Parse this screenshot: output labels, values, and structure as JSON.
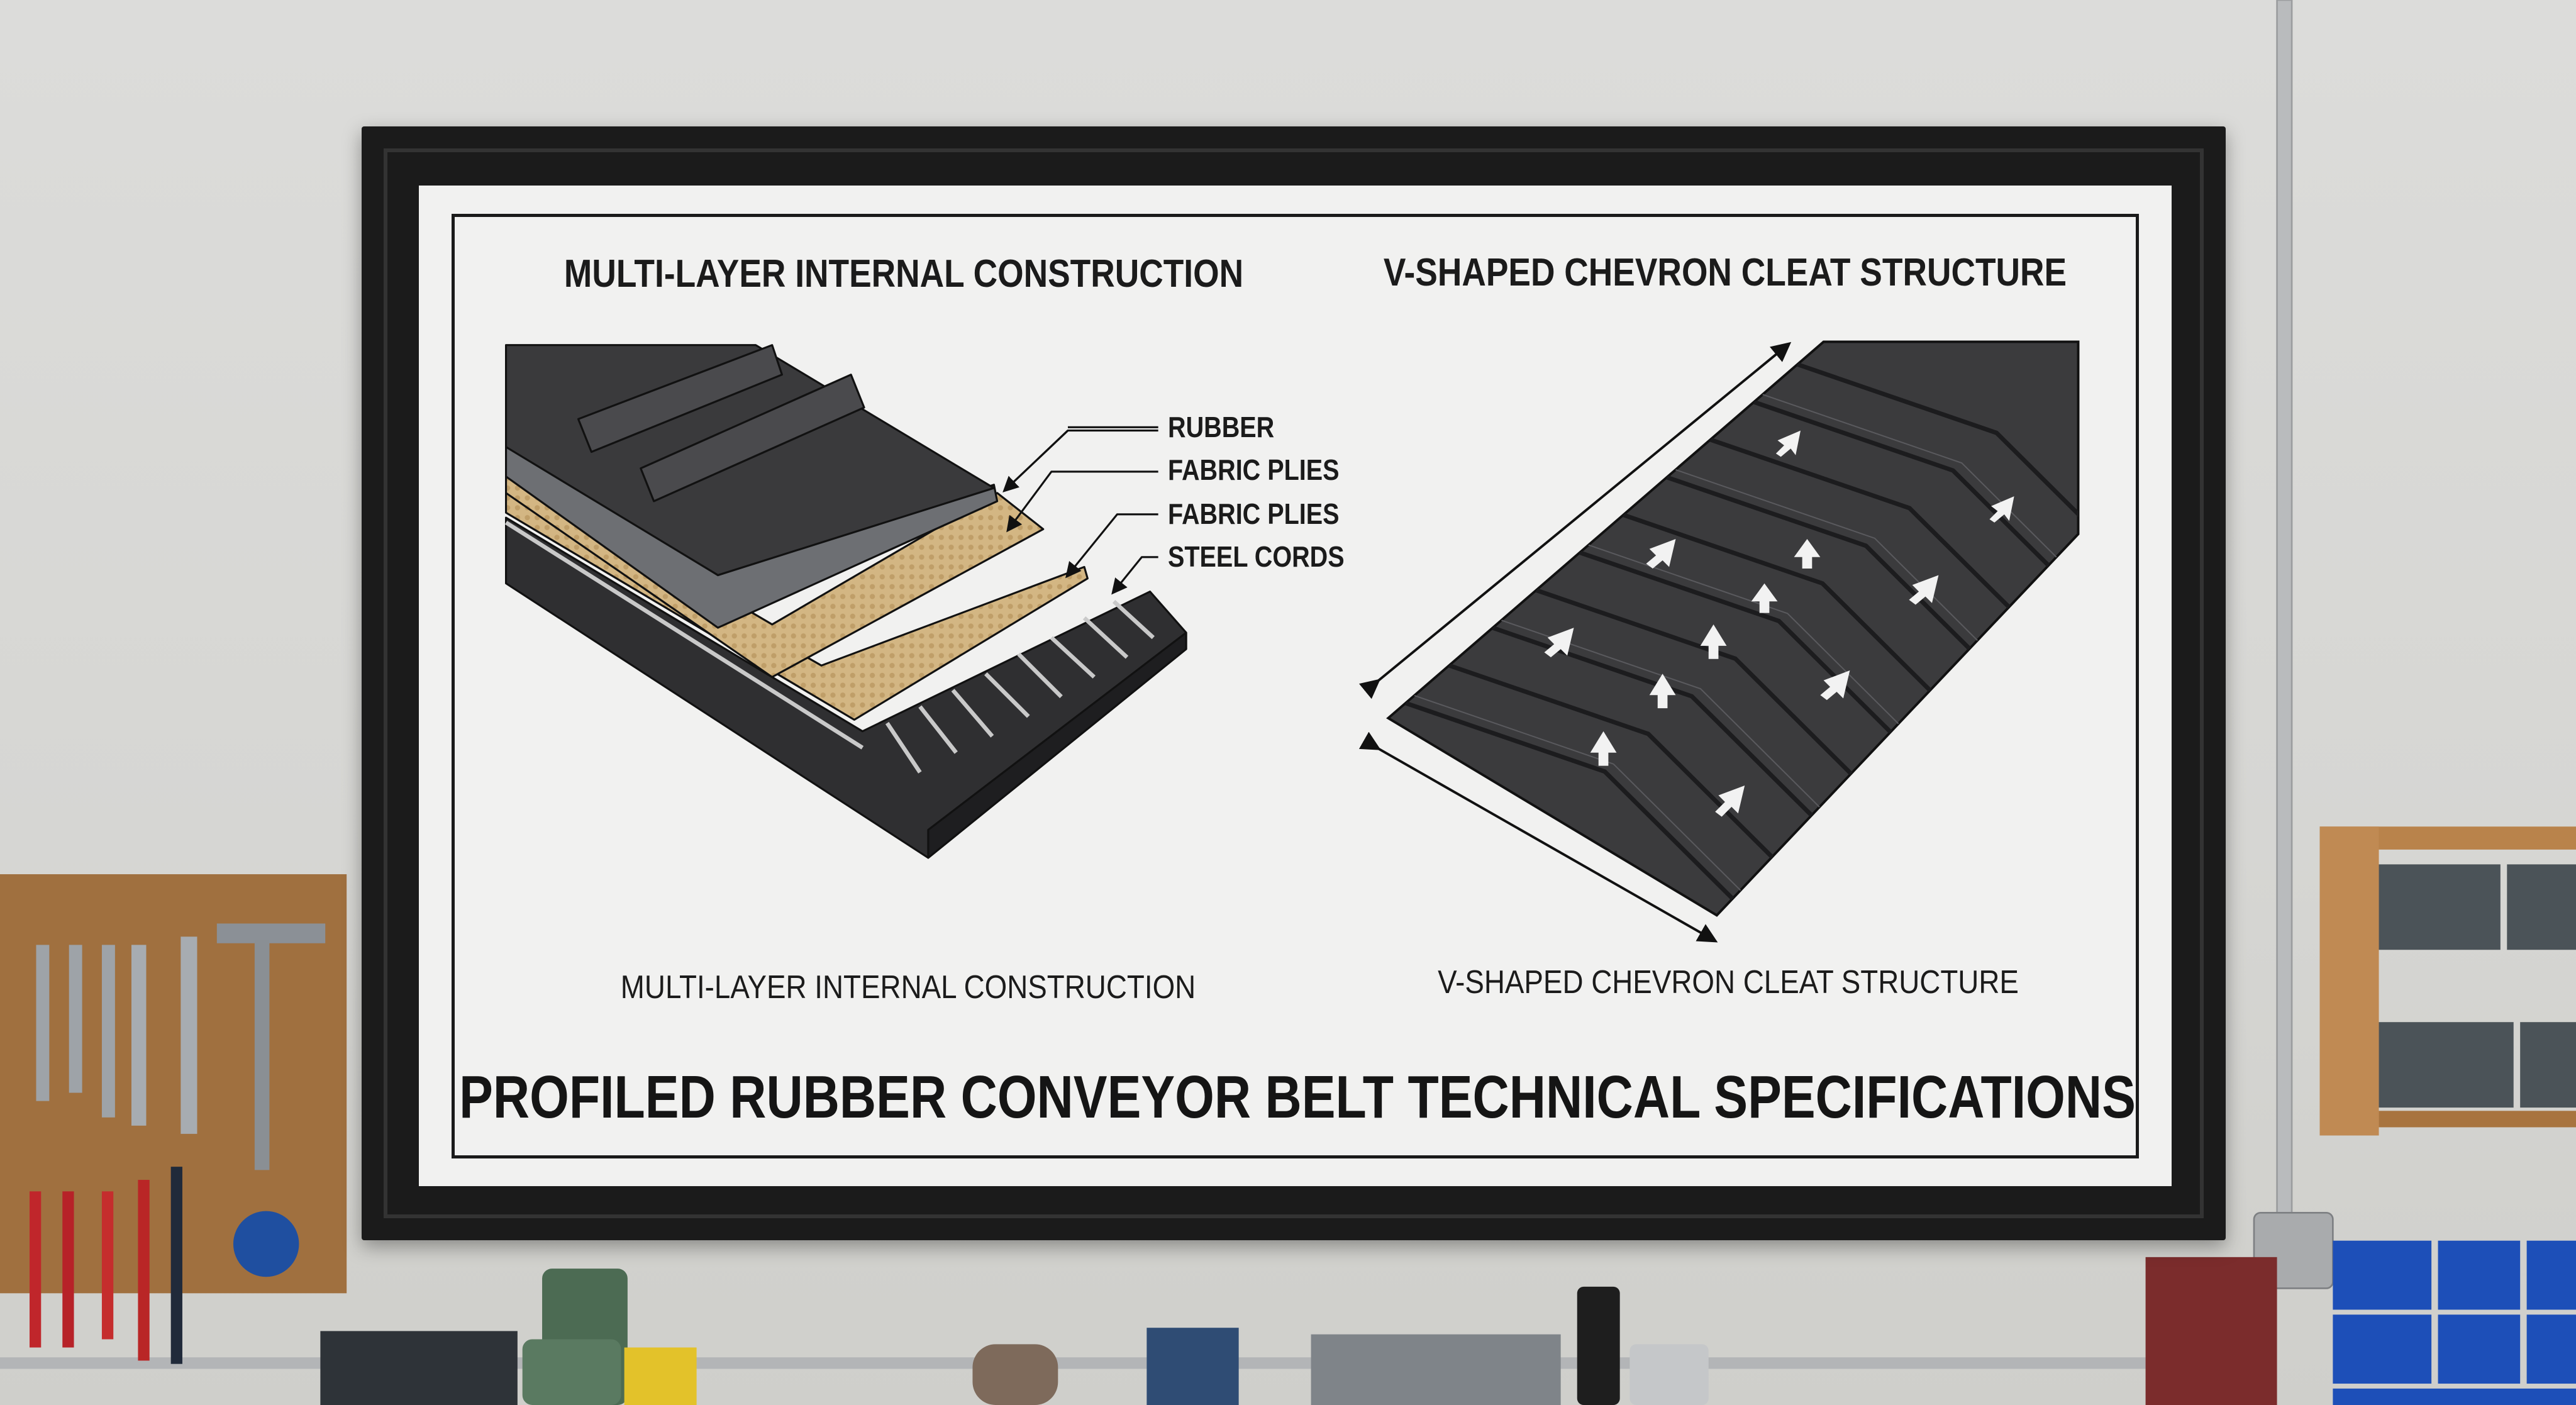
{
  "poster": {
    "left_heading": "MULTI-LAYER INTERNAL CONSTRUCTION",
    "right_heading": "V-SHAPED CHEVRON CLEAT STRUCTURE",
    "layer_labels": [
      "RUBBER",
      "FABRIC PLIES",
      "FABRIC PLIES",
      "STEEL CORDS"
    ],
    "left_caption": "MULTI-LAYER INTERNAL CONSTRUCTION",
    "right_caption": "V-SHAPED CHEVRON CLEAT STRUCTURE",
    "title": "PROFILED RUBBER CONVEYOR BELT TECHNICAL SPECIFICATIONS"
  },
  "colors": {
    "wall": "#d8d8d5",
    "frame": "#1b1b1b",
    "rubber": "#3a3a3c",
    "fabric": "#cdb07f",
    "pegboard": "#a0703f",
    "bins_blue": "#1d4fb8"
  }
}
